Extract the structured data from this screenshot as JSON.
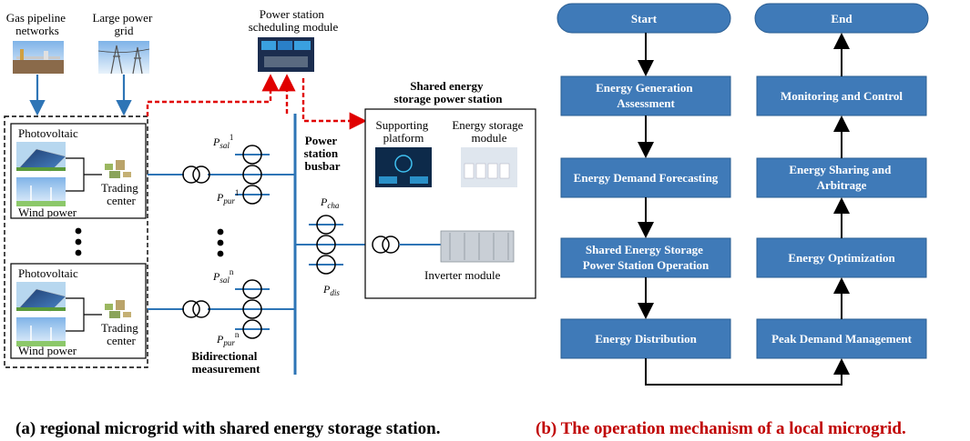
{
  "left": {
    "gas": [
      "Gas pipeline",
      "networks"
    ],
    "grid": [
      "Large power",
      "grid"
    ],
    "sched": [
      "Power station",
      "scheduling module"
    ],
    "shared_title": [
      "Shared energy",
      "storage power station"
    ],
    "support": [
      "Supporting",
      "platform"
    ],
    "storage": [
      "Energy storage",
      "module"
    ],
    "inverter": "Inverter module",
    "busbar": [
      "Power",
      "station",
      "busbar"
    ],
    "pv": "Photovoltaic",
    "wind": "Wind power",
    "trading": [
      "Trading",
      "center"
    ],
    "bidir": [
      "Bidirectional",
      "measurement"
    ],
    "p_sal_1": {
      "base": "P",
      "sub": "sal",
      "sup": "1"
    },
    "p_pur_1": {
      "base": "P",
      "sub": "pur",
      "sup": "1"
    },
    "p_sal_n": {
      "base": "P",
      "sub": "sal",
      "sup": "n"
    },
    "p_pur_n": {
      "base": "P",
      "sub": "pur",
      "sup": "n"
    },
    "p_cha": {
      "base": "P",
      "sub": "cha"
    },
    "p_dis": {
      "base": "P",
      "sub": "dis"
    },
    "caption": "(a) regional microgrid with shared energy storage station."
  },
  "flow": {
    "start": "Start",
    "end": "End",
    "left_col": [
      [
        "Energy Generation",
        "Assessment"
      ],
      [
        "Energy Demand Forecasting"
      ],
      [
        "Shared Energy Storage",
        "Power Station Operation"
      ],
      [
        "Energy Distribution"
      ]
    ],
    "right_col": [
      [
        "Monitoring and Control"
      ],
      [
        "Energy Sharing and",
        "Arbitrage"
      ],
      [
        "Energy Optimization"
      ],
      [
        "Peak Demand Management"
      ]
    ],
    "caption": "(b) The operation mechanism of a local microgrid."
  },
  "colors": {
    "line_blue": "#2e75b6",
    "dash_red": "#e00000",
    "node_blue": "#3f7ab8",
    "caption_red": "#c00000"
  }
}
